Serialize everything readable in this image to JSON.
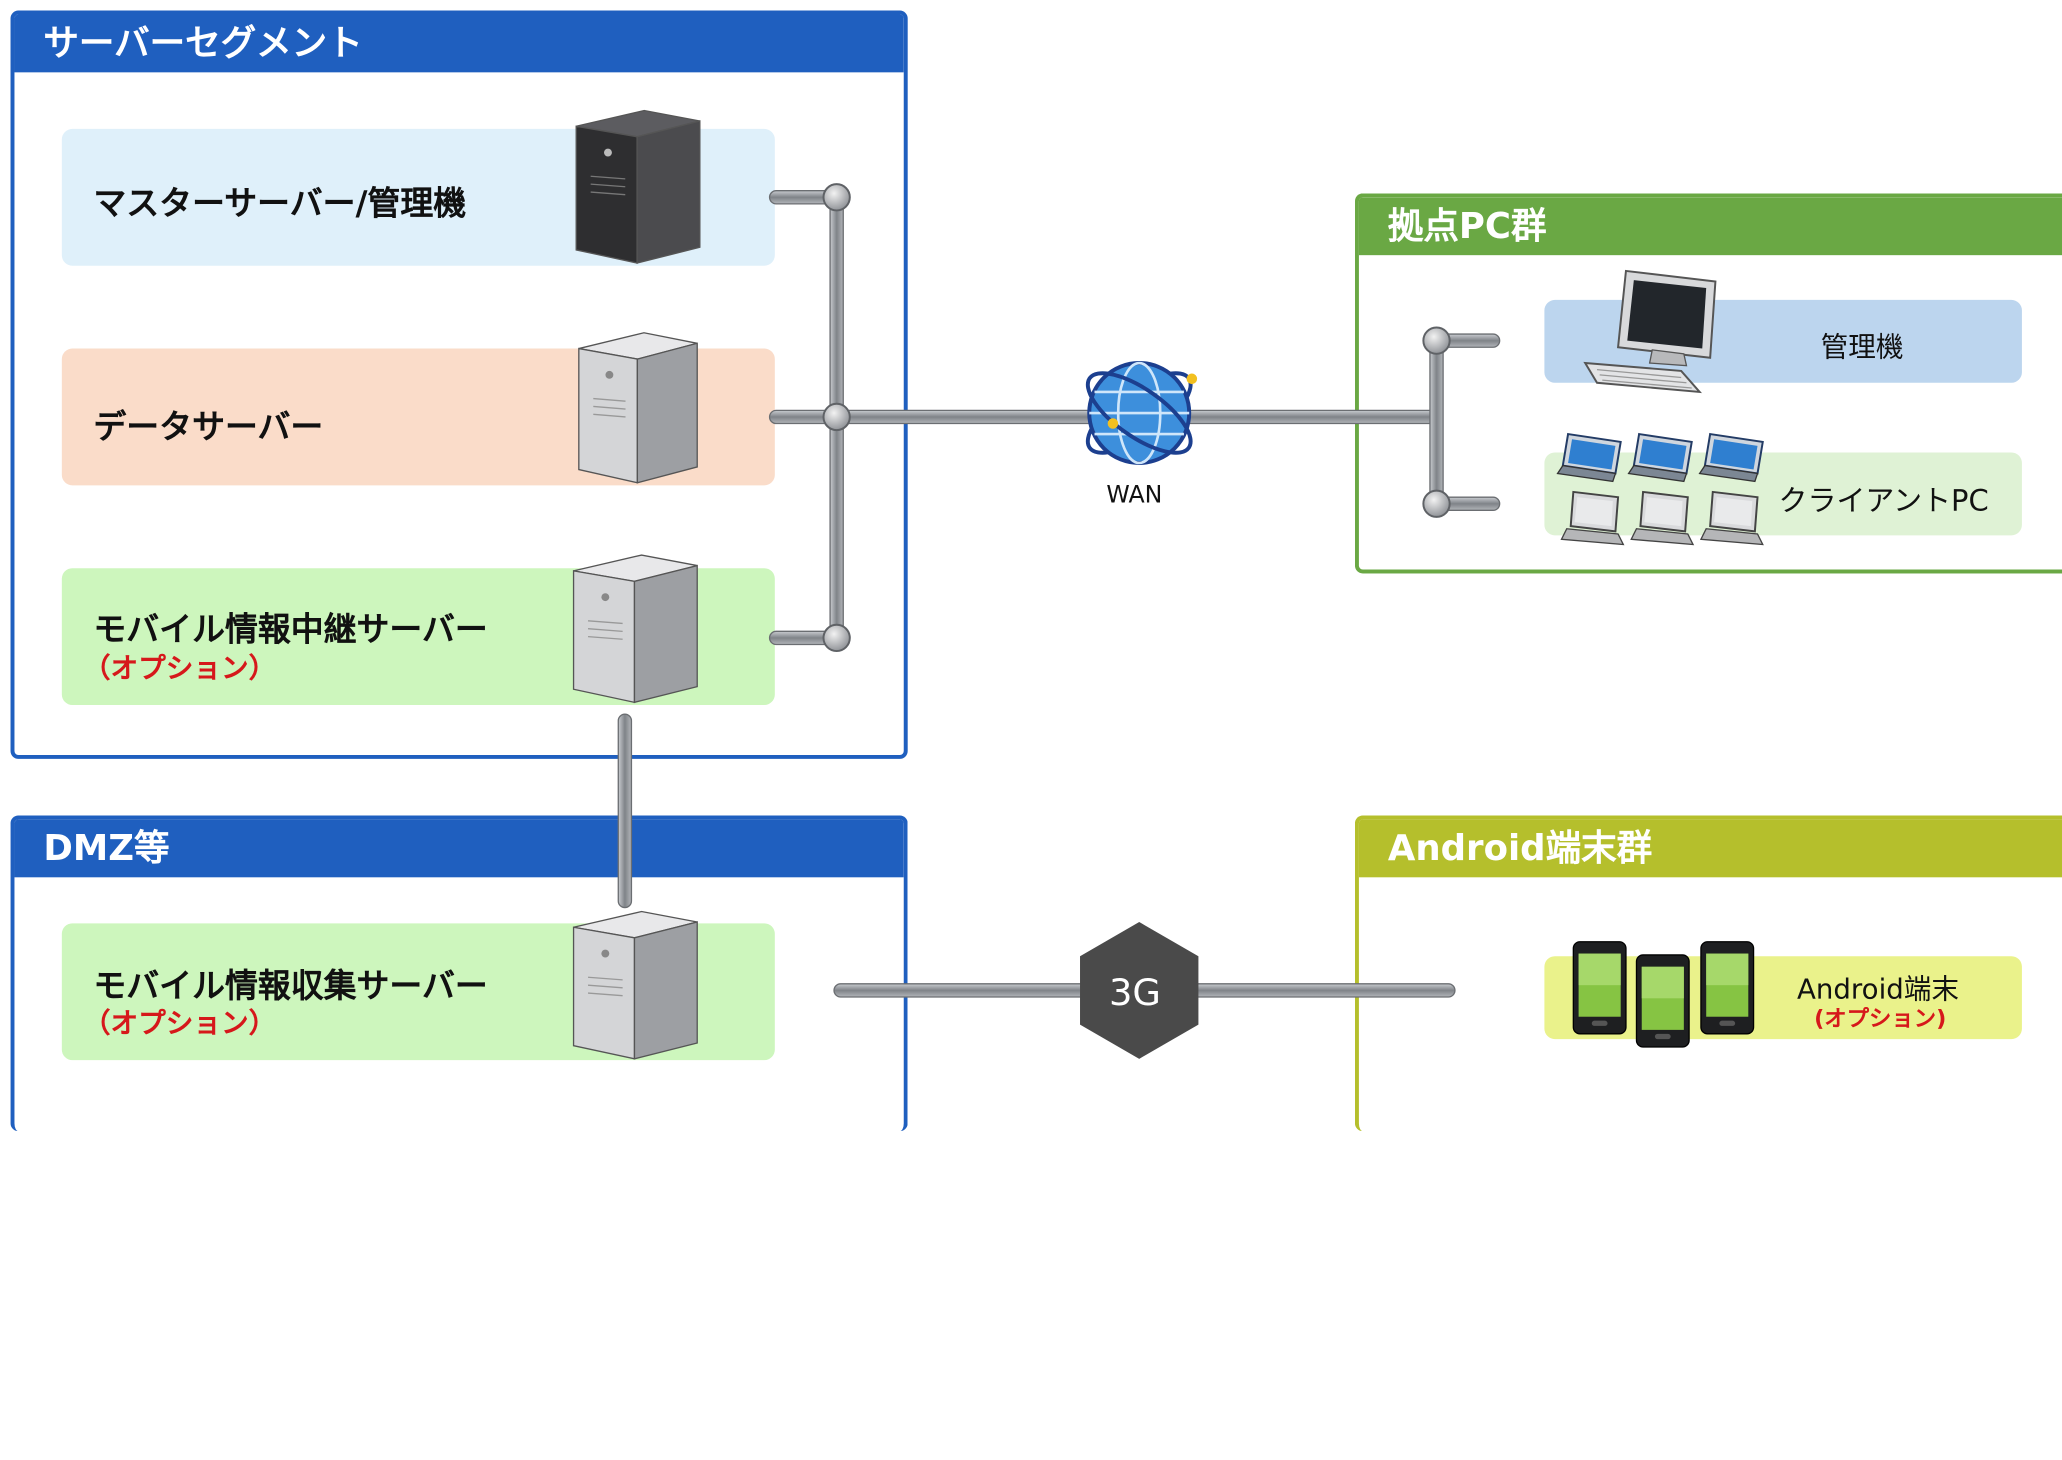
{
  "panels": {
    "server_segment": {
      "title": "サーバーセグメント"
    },
    "dmz": {
      "title": "DMZ等"
    },
    "branch_pc": {
      "title": "拠点PC群"
    },
    "android": {
      "title": "Android端末群"
    }
  },
  "servers": [
    {
      "label": "マスターサーバー/管理機",
      "sub": "",
      "bg": "#dff0fa",
      "icon": "tower-server-dark-icon"
    },
    {
      "label": "データサーバー",
      "sub": "",
      "bg": "#fadcc9",
      "icon": "tower-server-light-icon"
    },
    {
      "label": "モバイル情報中継サーバー",
      "sub": "（オプション）",
      "bg": "#cdf6bd",
      "icon": "tower-server-silver-icon"
    }
  ],
  "dmz_server": {
    "label": "モバイル情報収集サーバー",
    "sub": "（オプション）",
    "bg": "#cdf6bd",
    "icon": "tower-server-silver-icon"
  },
  "wan": {
    "label": "WAN",
    "icon": "globe-network-icon"
  },
  "threeg": {
    "label": "3G",
    "icon": "hexagon-3g-icon"
  },
  "branch": {
    "admin_label": "管理機",
    "client_label": "クライアントPC",
    "admin_bg": "#bcd5ee",
    "client_bg": "#dff2d5"
  },
  "android_device": {
    "label": "Android端末",
    "sub": "(オプション)",
    "bg": "#eaf28b"
  },
  "colors": {
    "line": "#8e9196",
    "line_dark": "#3a3a3a",
    "hex": "#4a4a4a"
  }
}
